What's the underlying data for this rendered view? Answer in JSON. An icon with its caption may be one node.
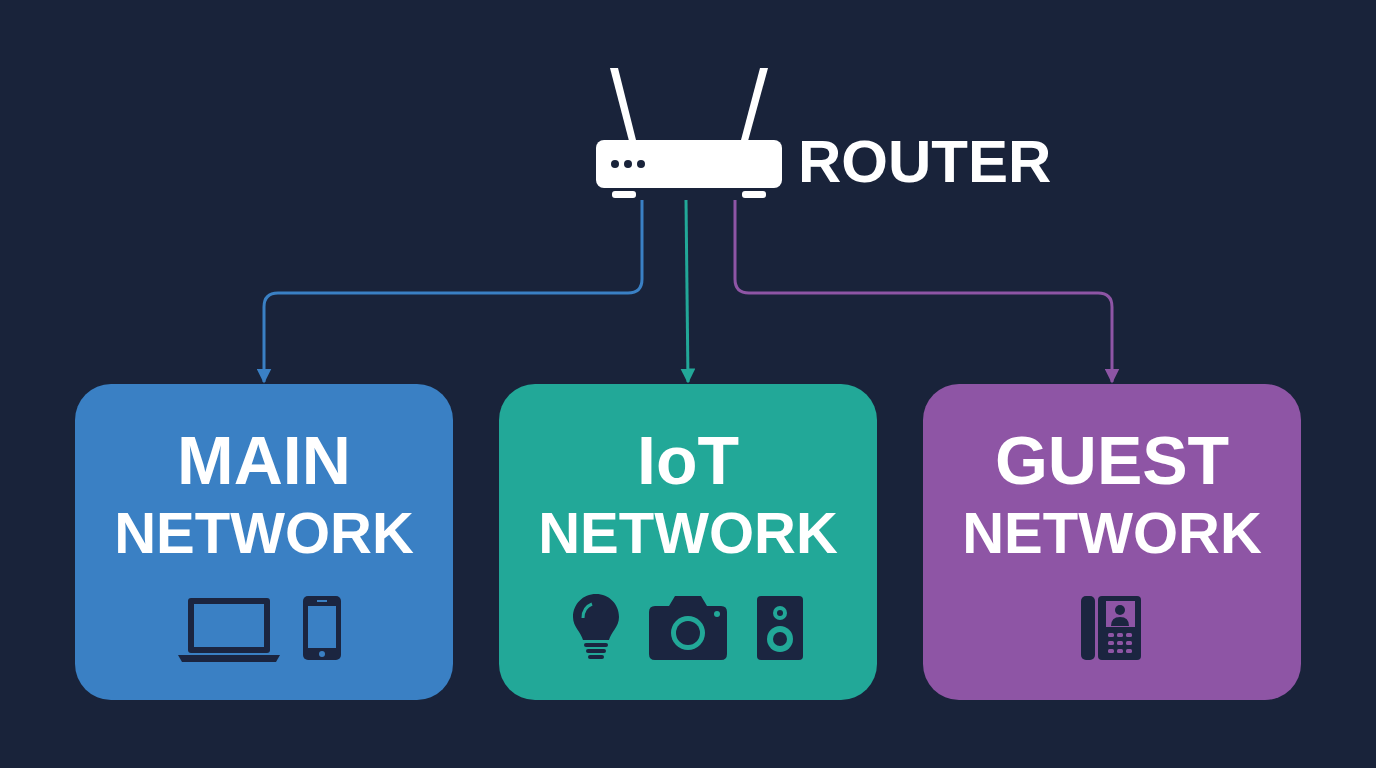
{
  "diagram": {
    "nodes": [
      {
        "text": [
          "ROUTER"
        ]
      },
      {
        "text": [
          "MAIN",
          "NETWORK"
        ]
      },
      {
        "text": [
          "IoT",
          "NETWORK"
        ]
      },
      {
        "text": [
          "GUEST",
          "NETWORK"
        ]
      }
    ],
    "edges": [
      {
        "from": 0,
        "to": 1,
        "arrow": "to",
        "color": "#3a80c4"
      },
      {
        "from": 0,
        "to": 2,
        "arrow": "to",
        "color": "#22a898"
      },
      {
        "from": 0,
        "to": 3,
        "arrow": "to",
        "color": "#8e55a5"
      }
    ]
  }
}
